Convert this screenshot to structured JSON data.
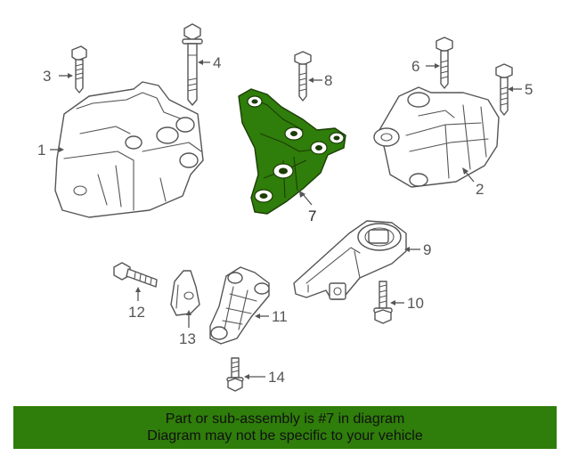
{
  "colors": {
    "highlight": "#2f7d0a",
    "banner": "#2f7d0a",
    "line": "#555555"
  },
  "parts": [
    {
      "number": "1",
      "shape": "engine-mount-left"
    },
    {
      "number": "2",
      "shape": "engine-mount-right"
    },
    {
      "number": "3",
      "shape": "bolt"
    },
    {
      "number": "4",
      "shape": "long-bolt"
    },
    {
      "number": "5",
      "shape": "bolt"
    },
    {
      "number": "6",
      "shape": "bolt"
    },
    {
      "number": "7",
      "shape": "mount-bracket",
      "highlighted": true
    },
    {
      "number": "8",
      "shape": "bolt"
    },
    {
      "number": "9",
      "shape": "torque-strut"
    },
    {
      "number": "10",
      "shape": "bolt"
    },
    {
      "number": "11",
      "shape": "bracket"
    },
    {
      "number": "12",
      "shape": "bolt"
    },
    {
      "number": "13",
      "shape": "heat-shield"
    },
    {
      "number": "14",
      "shape": "bolt"
    }
  ],
  "banner": {
    "line1": "Part or sub-assembly is #7 in diagram",
    "line2": "Diagram may not be specific to your vehicle"
  }
}
